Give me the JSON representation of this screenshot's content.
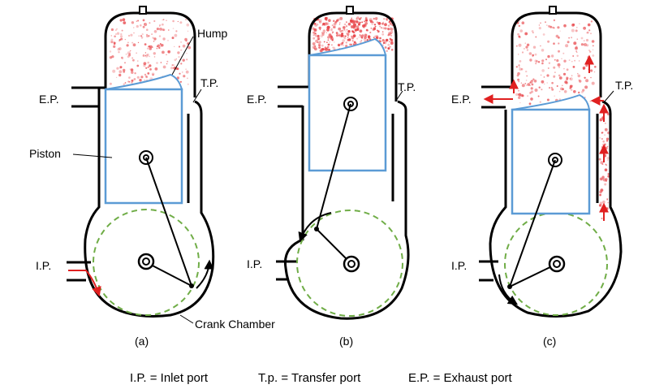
{
  "labels": {
    "hump": "Hump",
    "tp_a": "T.P.",
    "ep_a": "E.P.",
    "piston": "Piston",
    "ip_a": "I.P.",
    "crank_chamber": "Crank Chamber",
    "ep_b": "E.P.",
    "tp_b": "T.P.",
    "ip_b": "I.P.",
    "ep_c": "E.P.",
    "tp_c": "T.P.",
    "ip_c": "I.P."
  },
  "captions": {
    "a": "(a)",
    "b": "(b)",
    "c": "(c)"
  },
  "legend": {
    "ip": "I.P. = Inlet port",
    "tp": "T.p. = Transfer port",
    "ep": "E.P. = Exhaust port"
  },
  "colors": {
    "outline": "#000000",
    "piston": "#5b9bd5",
    "crank_circle": "#70ad47",
    "gas": "#e8474b",
    "arrow_red": "#e02020"
  }
}
